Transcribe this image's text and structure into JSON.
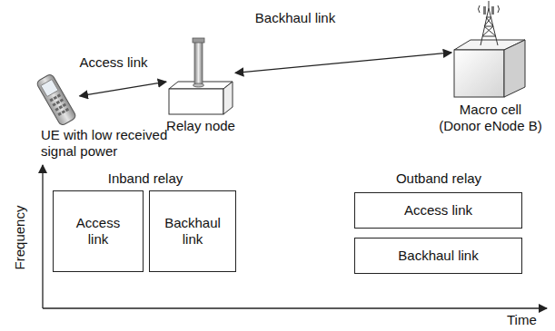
{
  "diagram": {
    "nodes": [
      {
        "text": [
          "UE with low received signal power"
        ]
      },
      {
        "text": [
          "Relay node"
        ]
      },
      {
        "text": [
          "Macro cell (Donor eNode B)"
        ]
      },
      {
        "text": [
          "Access link"
        ]
      },
      {
        "text": [
          "Backhaul link"
        ]
      },
      {
        "text": [
          "Access link"
        ]
      },
      {
        "text": [
          "Backhaul link"
        ]
      }
    ],
    "edges": [
      {
        "from": 0,
        "to": 1,
        "arrow": "both",
        "label": "Access link"
      },
      {
        "from": 1,
        "to": 2,
        "arrow": "both",
        "label": "Backhaul link"
      }
    ],
    "labels": [
      "Inband relay",
      "Outband relay",
      "Frequency",
      "Time"
    ]
  }
}
